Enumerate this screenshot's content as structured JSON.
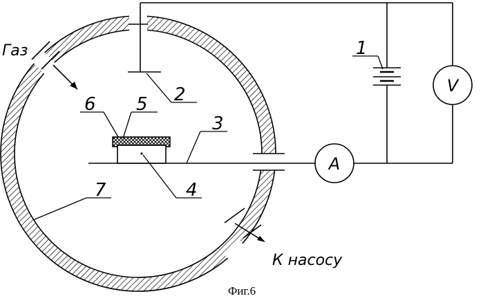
{
  "labels": {
    "gas": "Газ",
    "pump": "К насосу",
    "n1": "1",
    "n2": "2",
    "n3": "3",
    "n4": "4",
    "n5": "5",
    "n6": "6",
    "n7": "7"
  },
  "meters": {
    "ammeter": "A",
    "voltmeter": "V"
  },
  "caption": "Фиг.6",
  "colors": {
    "line": "#000000",
    "background": "#ffffff"
  }
}
